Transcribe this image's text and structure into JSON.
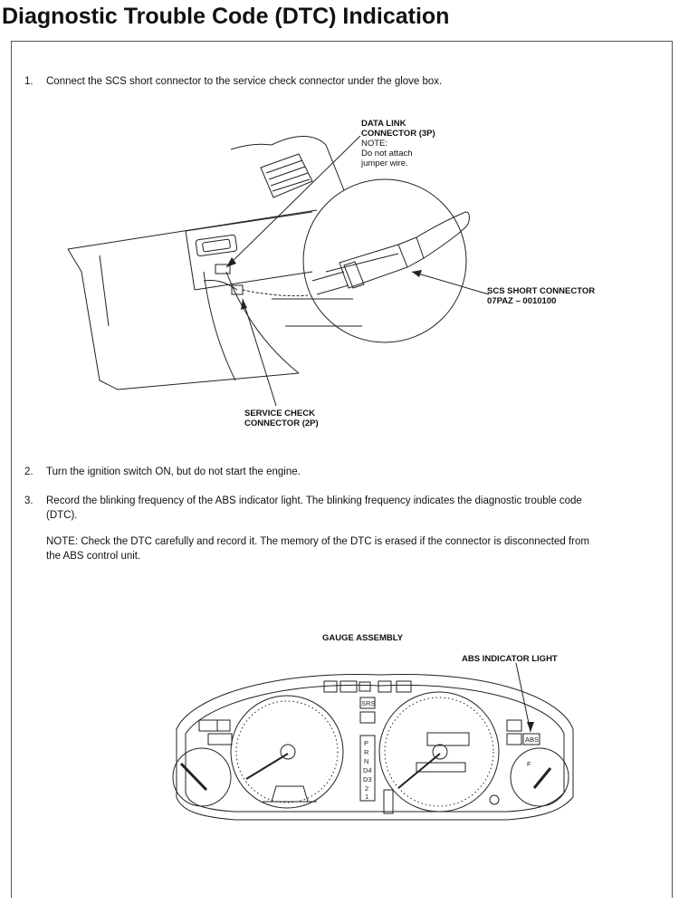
{
  "title": "Diagnostic Trouble Code (DTC) Indication",
  "steps": [
    {
      "num": "1.",
      "text": "Connect the SCS short connector to the service check connector under the glove box."
    },
    {
      "num": "2.",
      "text": "Turn the ignition switch ON, but do not start the engine."
    },
    {
      "num": "3.",
      "text_line1": "Record the blinking frequency of the ABS indicator light. The blinking frequency indicates the diagnostic trouble code",
      "text_line2": "(DTC)."
    }
  ],
  "note": {
    "line1": "NOTE:  Check the DTC carefully and record it. The memory of the DTC is erased if the connector is disconnected from",
    "line2": "the ABS control unit."
  },
  "figure1": {
    "dlc_line1": "DATA LINK",
    "dlc_line2": "CONNECTOR (3P)",
    "dlc_note1": "NOTE:",
    "dlc_note2": "Do not attach",
    "dlc_note3": "jumper wire.",
    "scs_line1": "SCS SHORT CONNECTOR",
    "scs_line2": "07PAZ – 0010100",
    "svc_line1": "SERVICE CHECK",
    "svc_line2": "CONNECTOR (2P)"
  },
  "figure2": {
    "gauge_title": "GAUGE ASSEMBLY",
    "abs_label": "ABS INDICATOR LIGHT",
    "srs_text": "SRS",
    "abs_text": "ABS",
    "gear_letters": [
      "P",
      "R",
      "N",
      "D4",
      "D3",
      "2",
      "1"
    ],
    "fuel_f": "F"
  }
}
